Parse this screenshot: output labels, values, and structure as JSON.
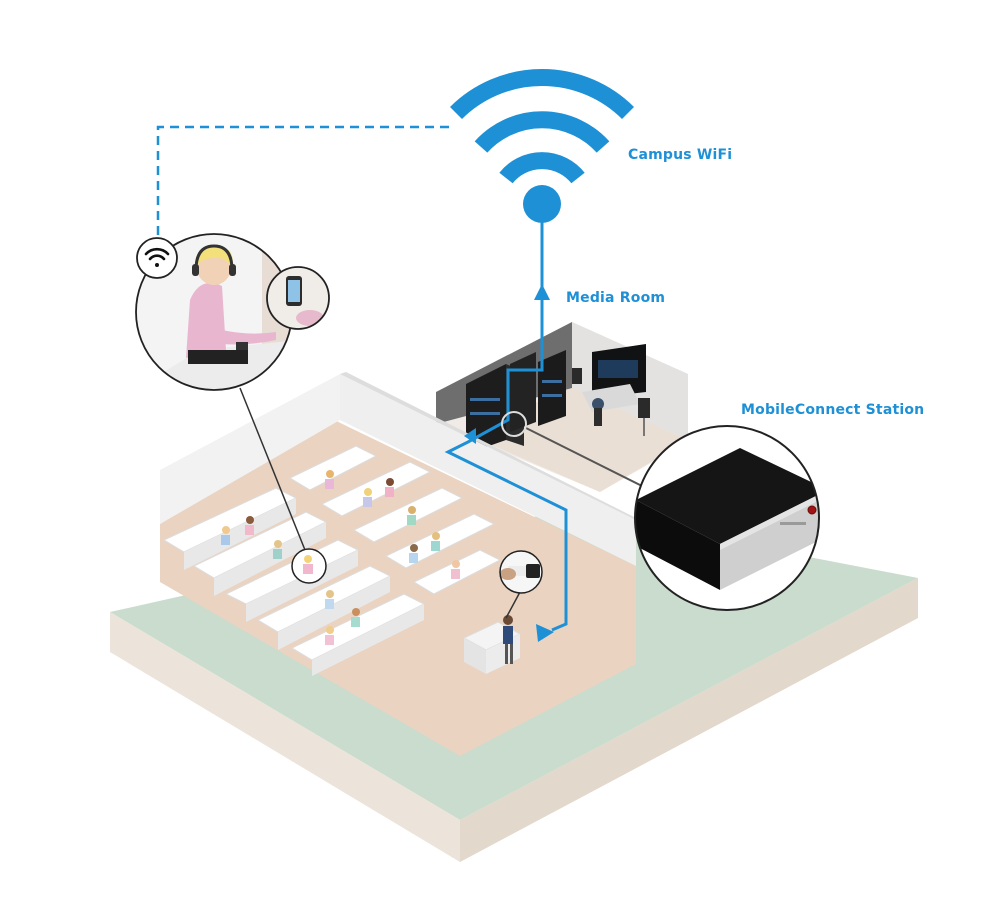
{
  "labels": {
    "campus_wifi": "Campus WiFi",
    "media_room": "Media Room",
    "mobileconnect_station": "MobileConnect Station"
  },
  "colors": {
    "accent_blue": "#1e90d6",
    "ground_green": "#c9dccd",
    "base_beige": "#ece4da",
    "floor": "#ecd8c8",
    "wall": "#f4f4f4",
    "device_body": "#111111",
    "device_front": "#cfcfcf"
  },
  "icons": [
    "wifi-icon",
    "arrow-up-icon",
    "arrow-right-icon",
    "headphones-icon",
    "smartphone-icon",
    "microphone-icon",
    "power-led-icon"
  ]
}
